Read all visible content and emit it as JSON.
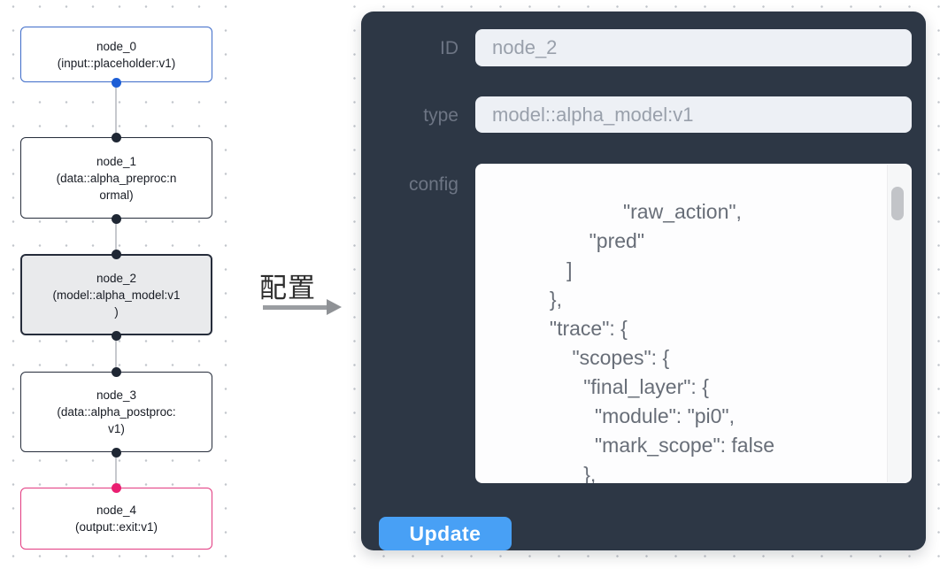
{
  "canvas": {
    "nodes": [
      {
        "id": "node_0",
        "label": "node_0\n(input::placeholder:v1)",
        "variant": "input",
        "border_color": "#3e6cc9",
        "selected": false
      },
      {
        "id": "node_1",
        "label": "node_1\n(data::alpha_preproc:n\normal)",
        "variant": "data",
        "border_color": "#262d3b",
        "selected": false
      },
      {
        "id": "node_2",
        "label": "node_2\n(model::alpha_model:v1\n)",
        "variant": "model",
        "border_color": "#262d3b",
        "selected": true
      },
      {
        "id": "node_3",
        "label": "node_3\n(data::alpha_postproc:\nv1)",
        "variant": "data",
        "border_color": "#262d3b",
        "selected": false
      },
      {
        "id": "node_4",
        "label": "node_4\n(output::exit:v1)",
        "variant": "output",
        "border_color": "#e23a80",
        "selected": false
      }
    ],
    "port_colors": {
      "default": "#1f2734",
      "input_out": "#1d5ed6",
      "output_in": "#ea1f71"
    }
  },
  "middle": {
    "arrow_label": "配置"
  },
  "panel": {
    "background": "#2d3745",
    "fields": {
      "id": {
        "label": "ID",
        "value": "node_2"
      },
      "type": {
        "label": "type",
        "value": "model::alpha_model:v1"
      },
      "config": {
        "label": "config",
        "text": "                 \"raw_action\",\n                 \"pred\"\n             ]\n          },\n          \"trace\": {\n              \"scopes\": {\n                \"final_layer\": {\n                  \"module\": \"pi0\",\n                  \"mark_scope\": false\n                },\n                \"action_model\": {"
      }
    },
    "update_label": "Update",
    "accent_color": "#48a0f5"
  }
}
